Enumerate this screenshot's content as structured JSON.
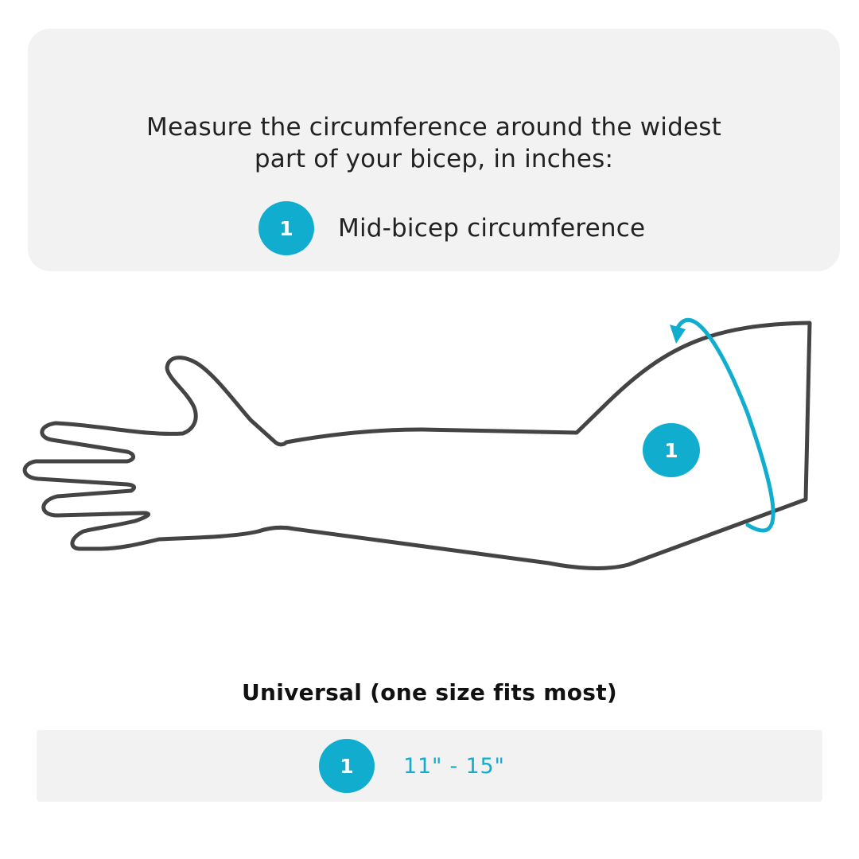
{
  "instructions": {
    "line1": "Measure the circumference around the widest",
    "line2": "part of your bicep, in inches:"
  },
  "legend": {
    "number": "1",
    "label": "Mid-bicep circumference"
  },
  "diagram": {
    "marker_number": "1",
    "arrow_icon": "circular-arrow-icon",
    "outline_icon": "arm-outline-icon"
  },
  "sizing": {
    "title": "Universal (one size fits most)",
    "number": "1",
    "range": "11\" - 15\""
  },
  "colors": {
    "accent": "#10adcf",
    "panel": "#f2f2f2",
    "outline": "#444444"
  }
}
